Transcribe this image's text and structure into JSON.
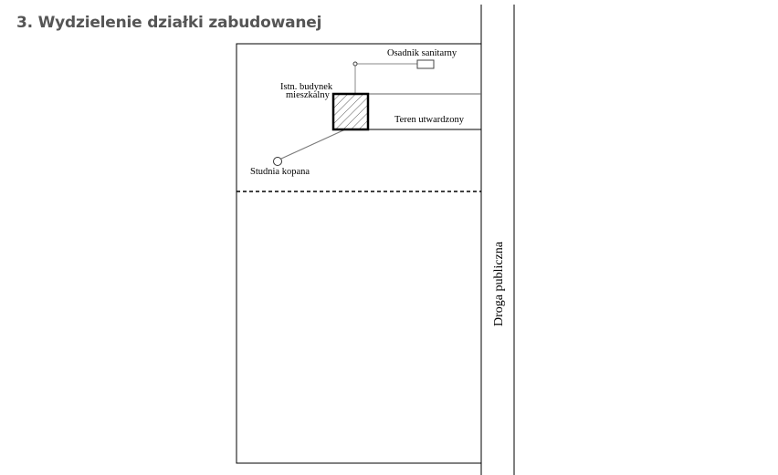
{
  "title": "3. Wydzielenie działki zabudowanej",
  "labels": {
    "septic": "Osadnik sanitarny",
    "building_line1": "Istn. budynek",
    "building_line2": "mieszkalny",
    "paved": "Teren utwardzony",
    "well": "Studnia kopana",
    "road": "Droga publiczna"
  }
}
